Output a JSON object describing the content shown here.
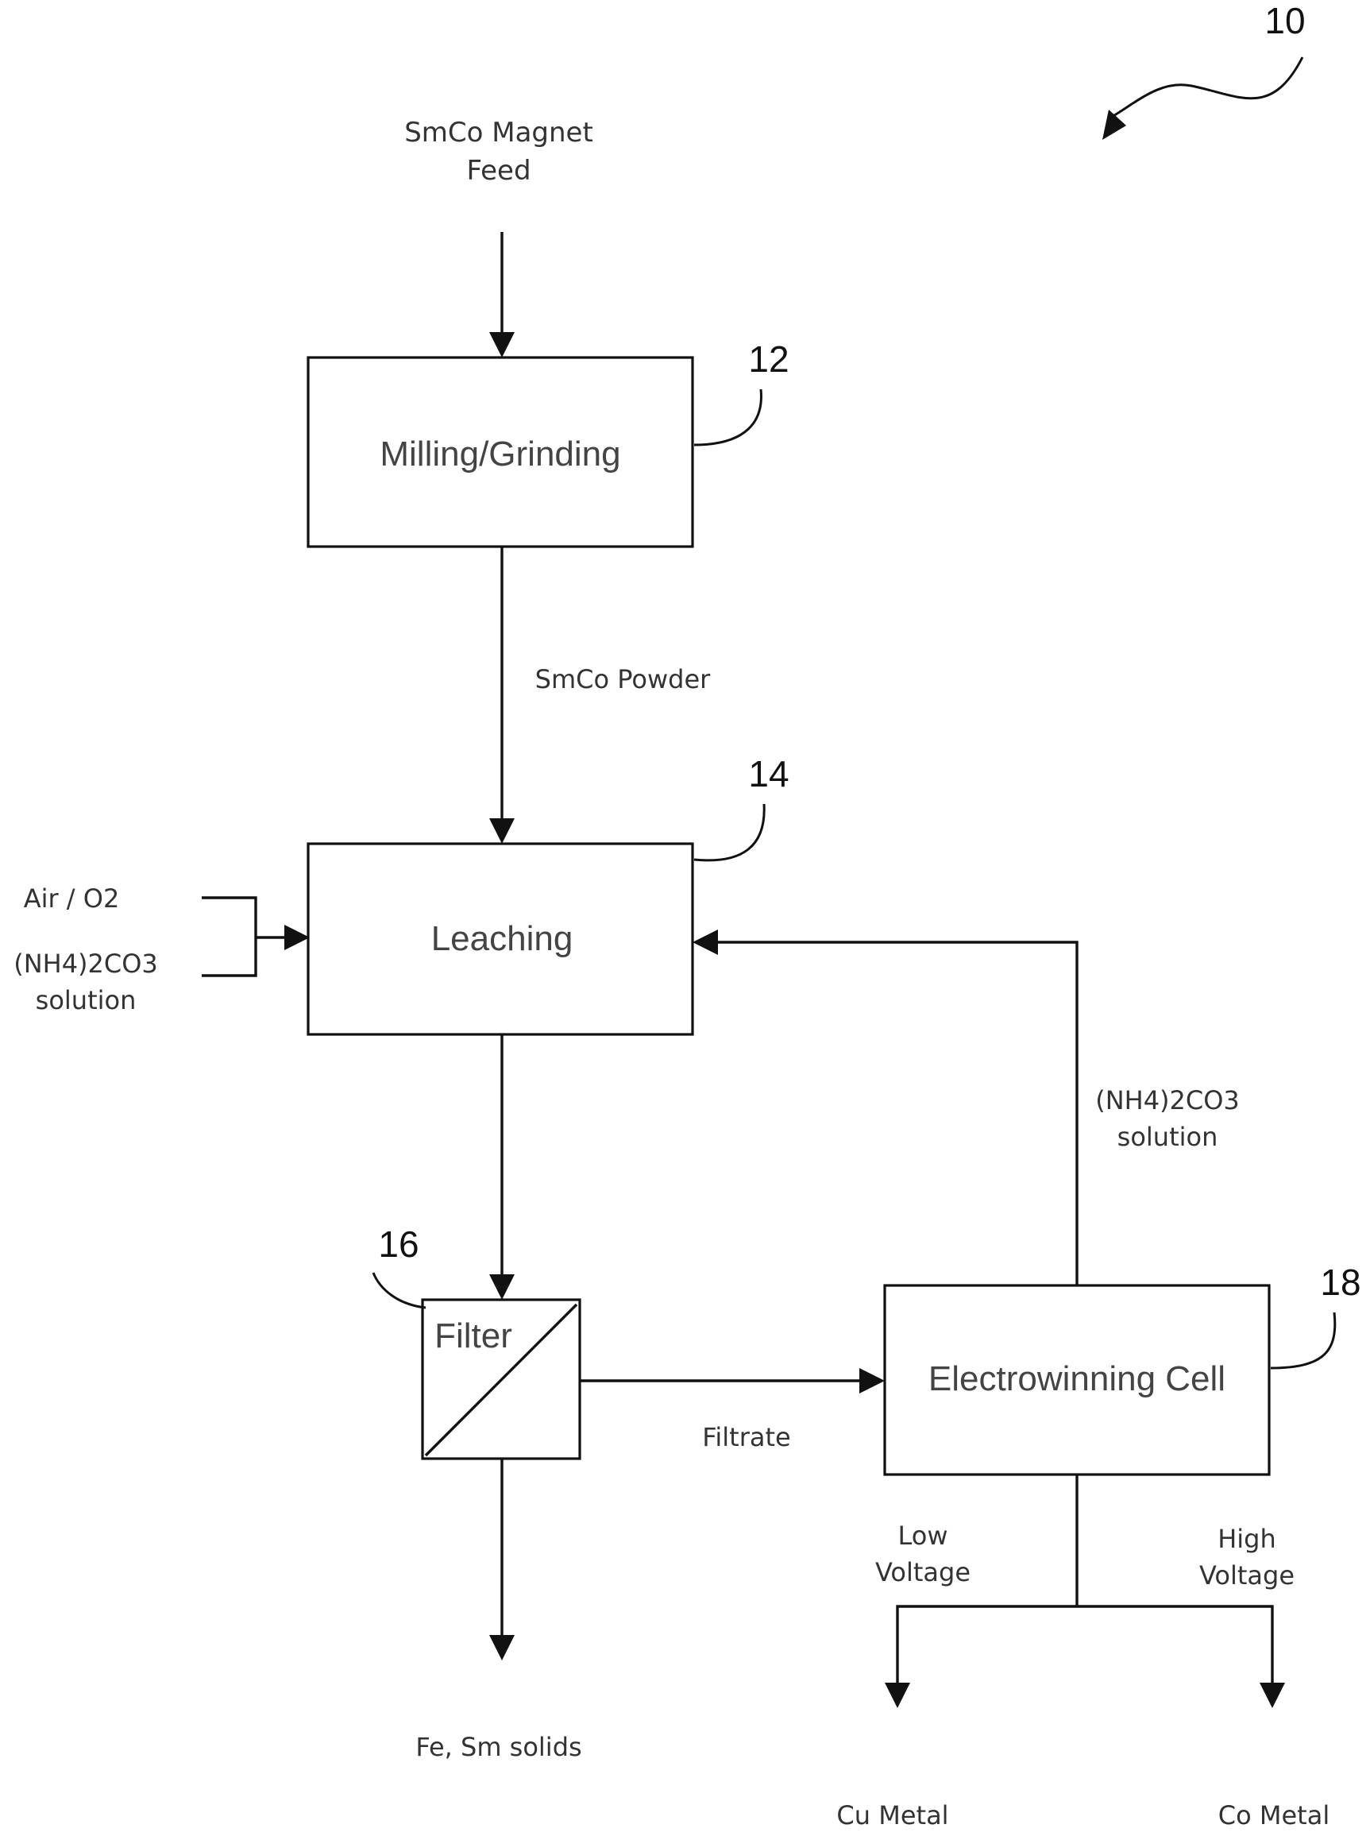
{
  "figure_number": "10",
  "feed_label": [
    "SmCo Magnet",
    "Feed"
  ],
  "process_steps": [
    {
      "ref": "12",
      "label": "Milling/Grinding"
    },
    {
      "ref": "14",
      "label": "Leaching"
    },
    {
      "ref": "16",
      "label": "Filter"
    },
    {
      "ref": "18",
      "label": "Electrowinning Cell"
    }
  ],
  "flow_labels": {
    "smco_powder": "SmCo Powder",
    "air_o2": "Air / O2",
    "ammonium_in": [
      "(NH4)2CO3",
      "solution"
    ],
    "ammonium_recycle": [
      "(NH4)2CO3",
      "solution"
    ],
    "filtrate": "Filtrate",
    "low_voltage": [
      "Low",
      "Voltage"
    ],
    "high_voltage": [
      "High",
      "Voltage"
    ]
  },
  "outputs": {
    "solids": "Fe,  Sm solids",
    "cu": "Cu Metal",
    "co": "Co Metal"
  }
}
